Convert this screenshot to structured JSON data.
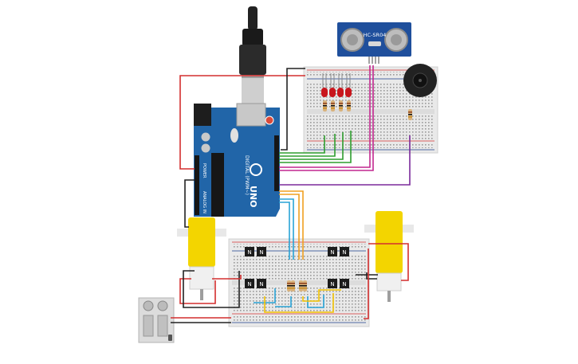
{
  "sensor": {
    "model": "HC-SR04"
  },
  "arduino": {
    "model": "UNO",
    "digital_label": "DIGITAL (PWM~)",
    "power_label": "POWER",
    "analog_label": "ANALOG IN"
  },
  "transistors": {
    "mark": "N"
  },
  "colors": {
    "wire_red": "#d32f2f",
    "wire_black": "#222222",
    "wire_green": "#2e9d2e",
    "wire_magenta": "#c2278f",
    "wire_purple": "#7b2a9b",
    "wire_orange": "#f0a020",
    "wire_blue": "#29a3d6",
    "wire_yellow": "#f2c200",
    "arduino_blue": "#2165a8",
    "sensor_blue": "#1f4f9c",
    "motor_yellow": "#f3d500",
    "breadboard": "#e9e9e9",
    "led_red": "#c8161d"
  }
}
